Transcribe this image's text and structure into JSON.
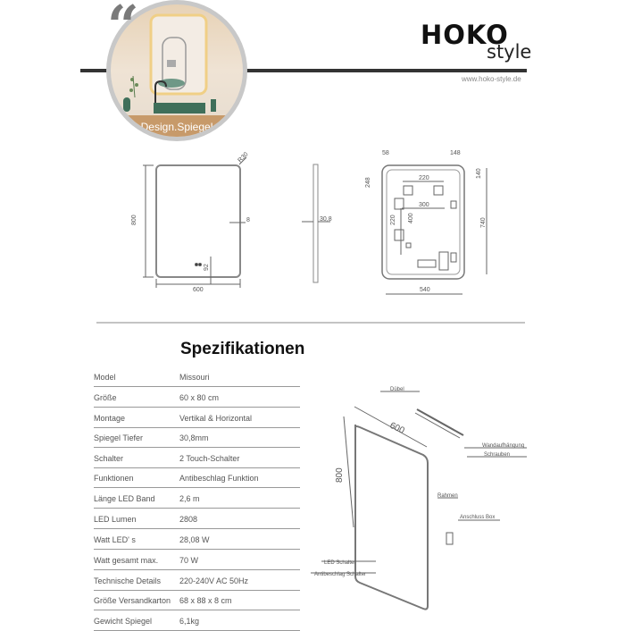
{
  "header": {
    "brand": "HOKO",
    "brand_sub": "style",
    "url": "www.hoko-style.de",
    "photo_caption": "Design.Spiegel",
    "quote_glyph": "“"
  },
  "drawings": {
    "front": {
      "height": "800",
      "width": "600",
      "radius": "R30",
      "frame": "8",
      "switch_offset": "92"
    },
    "side": {
      "depth": "30,8"
    },
    "back": {
      "top_left": "58",
      "top_right": "148",
      "left_offset": "248",
      "right_offset": "140",
      "bracket_spacing": "220",
      "inner_width": "300",
      "vertical_220": "220",
      "vertical_400": "400",
      "height": "740",
      "width": "540"
    },
    "exploded": {
      "width": "600",
      "height": "800",
      "labels": [
        "Dübel",
        "Wandaufhängung",
        "Schrauben",
        "Rahmen",
        "Anschluss Box",
        "LED Schalter",
        "Antibeschlag  Schalter"
      ]
    }
  },
  "specs": {
    "title": "Spezifikationen",
    "rows": [
      {
        "key": "Model",
        "value": "Missouri"
      },
      {
        "key": "Größe",
        "value": "60 x 80 cm"
      },
      {
        "key": "Montage",
        "value": "Vertikal & Horizontal"
      },
      {
        "key": "Spiegel Tiefer",
        "value": "30,8mm"
      },
      {
        "key": "Schalter",
        "value": "2 Touch-Schalter"
      },
      {
        "key": "Funktionen",
        "value": "Antibeschlag Funktion"
      },
      {
        "key": "Länge LED Band",
        "value": "2,6 m"
      },
      {
        "key": "LED Lumen",
        "value": "2808"
      },
      {
        "key": "Watt LED' s",
        "value": "28,08 W"
      },
      {
        "key": "Watt gesamt max.",
        "value": "70 W"
      },
      {
        "key": "Technische Details",
        "value": "220-240V AC 50Hz"
      },
      {
        "key": "Größe Versandkarton",
        "value": "68 x 88 x 8 cm"
      },
      {
        "key": "Gewicht Spiegel",
        "value": "6,1kg"
      }
    ]
  }
}
